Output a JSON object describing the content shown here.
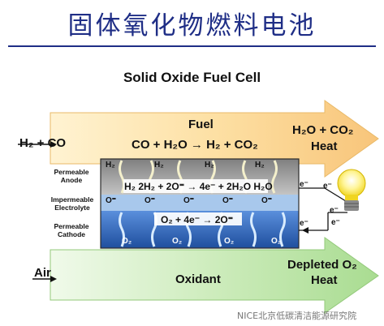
{
  "header": {
    "title": "固体氧化物燃料电池"
  },
  "diagram": {
    "title": "Solid Oxide Fuel Cell",
    "fuel_arrow": {
      "inlet": "H₂ + CO",
      "label": "Fuel",
      "reaction": "CO + H₂O  →  H₂ + CO₂",
      "exhaust": "H₂O + CO₂",
      "exhaust_heat": "Heat"
    },
    "air_arrow": {
      "inlet": "Air",
      "label": "Oxidant",
      "exhaust": "Depleted O₂",
      "exhaust_heat": "Heat"
    },
    "layers": {
      "anode": "Permeable Anode",
      "electrolyte": "Impermeable Electrolyte",
      "cathode": "Permeable Cathode"
    },
    "reactions": {
      "anode": "H₂  2H₂ + 2O⁼  →  4e⁻ + 2H₂O  H₂O",
      "cathode": "O₂ + 4e⁻ → 2O⁼"
    },
    "species": {
      "h2": "H₂",
      "o2": "O₂",
      "oxide": "O⁼",
      "electron": "e⁻"
    }
  },
  "watermark": "NICE北京低碳清洁能源研究院",
  "colors": {
    "title_blue": "#1f2e86",
    "fuel_arrow_yellow": "#fbd98a",
    "air_arrow_green": "#bfe6ac",
    "anode_grey": "#9a9a9a",
    "electrolyte_blue": "#a8c8ec",
    "cathode_blue": "#2f63b6"
  }
}
